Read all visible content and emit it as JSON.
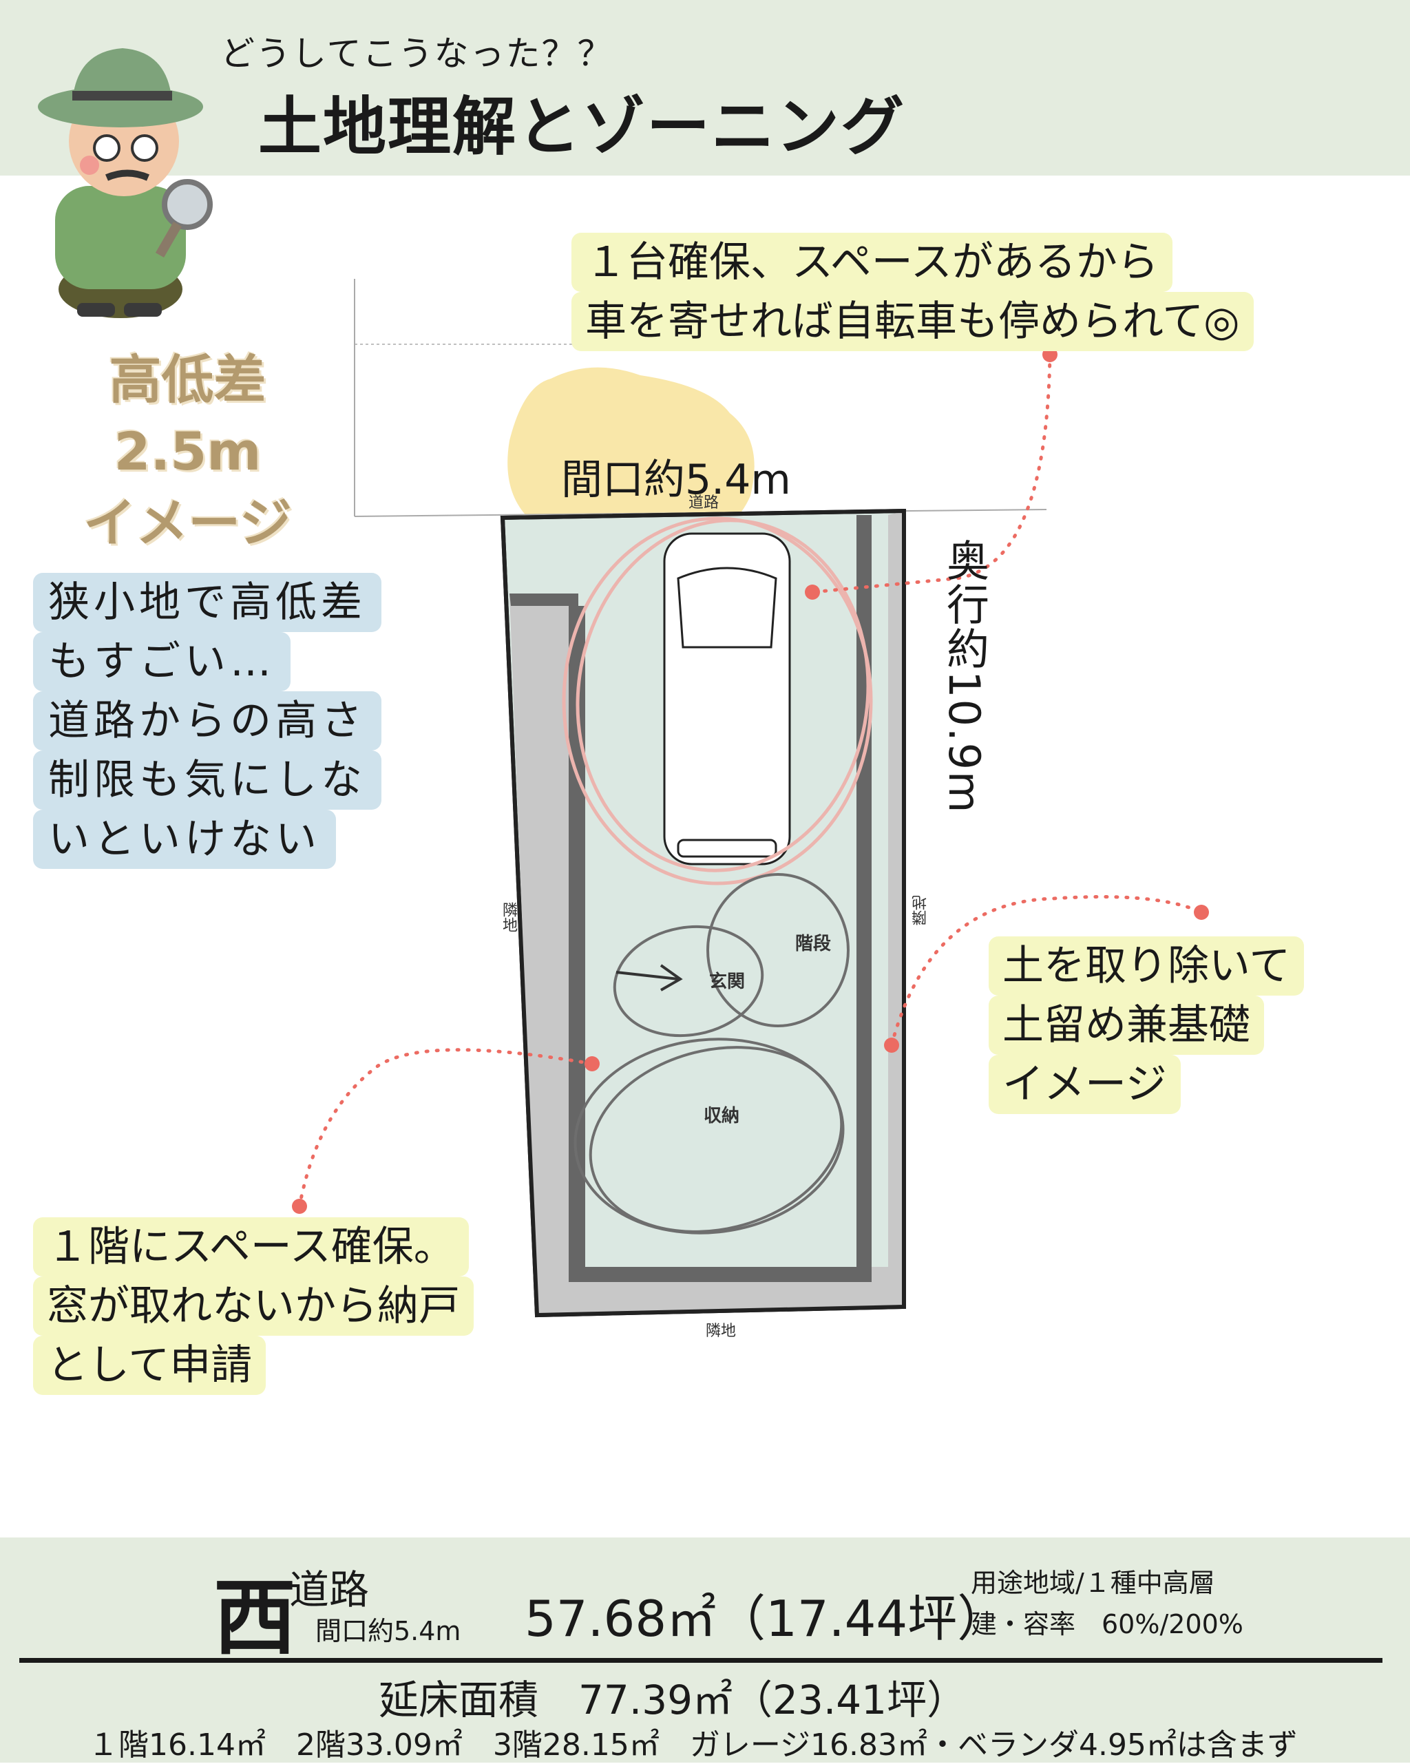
{
  "header": {
    "subtitle": "どうしてこうなった？？",
    "title": "土地理解とゾーニング"
  },
  "elevation": {
    "line1": "高低差",
    "line2": "2.5m",
    "line3": "イメージ"
  },
  "notes": {
    "parking": [
      "１台確保、スペースがあるから",
      "車を寄せれば自転車も停められて◎"
    ],
    "site": [
      "狭小地で高低差",
      "もすごい…",
      "道路からの高さ",
      "制限も気にしな",
      "いといけない"
    ],
    "retaining": [
      "土を取り除いて",
      "土留め兼基礎",
      "イメージ"
    ],
    "storage": [
      "１階にスペース確保。",
      "窓が取れないから納戸",
      "として申請"
    ]
  },
  "plan": {
    "frontage": "間口約5.4m",
    "depth": "奥行約10.9m",
    "road_label": "道路",
    "neighbor_left": "隣地",
    "neighbor_right": "隣地",
    "neighbor_bottom": "隣地",
    "room_entrance": "玄関",
    "room_stairs": "階段",
    "room_storage": "収納",
    "accent_color": "#ec6b62",
    "parking_color": "#ecb4ae"
  },
  "footer": {
    "direction": "西",
    "road": "道路",
    "frontage": "間口約5.4m",
    "site_area": "57.68㎡（17.44坪）",
    "zoning": "用途地域/１種中高層",
    "ratio": "建・容率　60%/200%",
    "total_floor": "延床面積　77.39㎡（23.41坪）",
    "floors": "１階16.14㎡　2階33.09㎡　3階28.15㎡　ガレージ16.83㎡・ベランダ4.95㎡は含まず"
  }
}
